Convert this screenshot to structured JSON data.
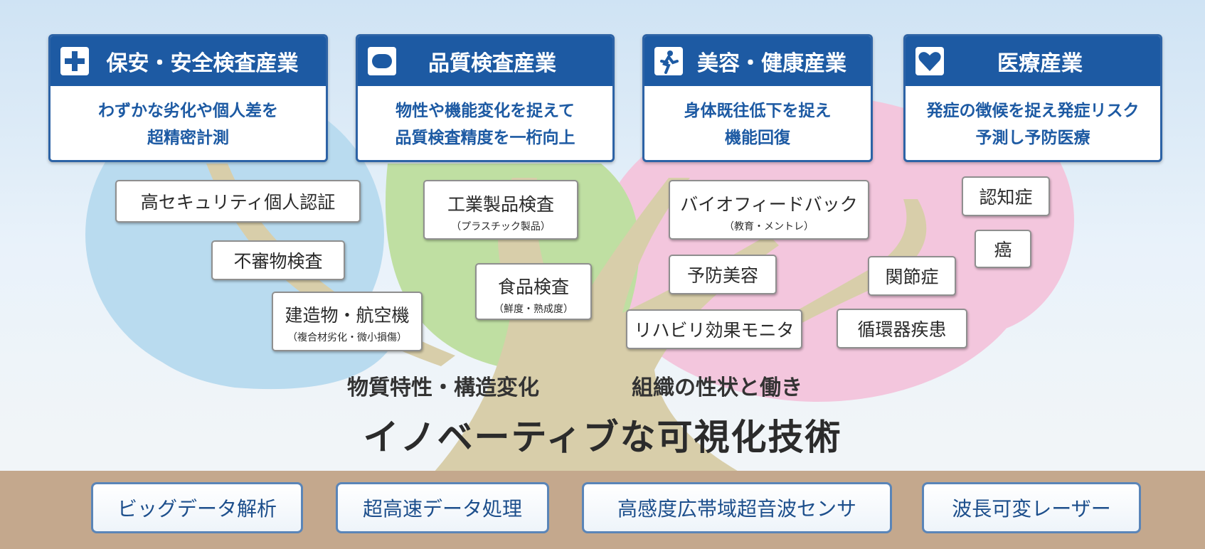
{
  "industries": [
    {
      "icon": "plus-icon",
      "title": "保安・安全検査産業",
      "desc": "わずかな劣化や個人差を\n超精密計測"
    },
    {
      "icon": "pig-icon",
      "title": "品質検査産業",
      "desc": "物性や機能変化を捉えて\n品質検査精度を一桁向上"
    },
    {
      "icon": "runner-icon",
      "title": "美容・健康産業",
      "desc": "身体既往低下を捉え\n機能回復"
    },
    {
      "icon": "heart-icon",
      "title": "医療産業",
      "desc": "発症の徴候を捉え発症リスク\n予測し予防医療"
    }
  ],
  "applications": {
    "security": [
      {
        "main": "高セキュリティ個人認証"
      },
      {
        "main": "不審物検査"
      },
      {
        "main": "建造物・航空機",
        "sub": "（複合材劣化・微小損傷）"
      }
    ],
    "quality": [
      {
        "main": "工業製品検査",
        "sub": "（プラスチック製品）"
      },
      {
        "main": "食品検査",
        "sub": "（鮮度・熟成度）"
      }
    ],
    "beauty": [
      {
        "main": "バイオフィードバック",
        "sub": "（教育・メントレ）"
      },
      {
        "main": "予防美容"
      },
      {
        "main": "リハビリ効果モニタ"
      }
    ],
    "medical": [
      {
        "main": "認知症"
      },
      {
        "main": "癌"
      },
      {
        "main": "関節症"
      },
      {
        "main": "循環器疾患"
      }
    ]
  },
  "labels": {
    "material": "物質特性・構造変化",
    "tissue": "組織の性状と働き",
    "title": "イノベーティブな可視化技術"
  },
  "technologies": [
    "ビッグデータ解析",
    "超高速データ処理",
    "高感度広帯域超音波センサ",
    "波長可変レーザー"
  ],
  "colors": {
    "header": "#1d5aa3",
    "canopy_blue": "#b9dbef",
    "canopy_green": "#bfdfa2",
    "canopy_pink": "#f3c6dd",
    "trunk": "#d8ceaa",
    "ground": "#c4a88d"
  }
}
